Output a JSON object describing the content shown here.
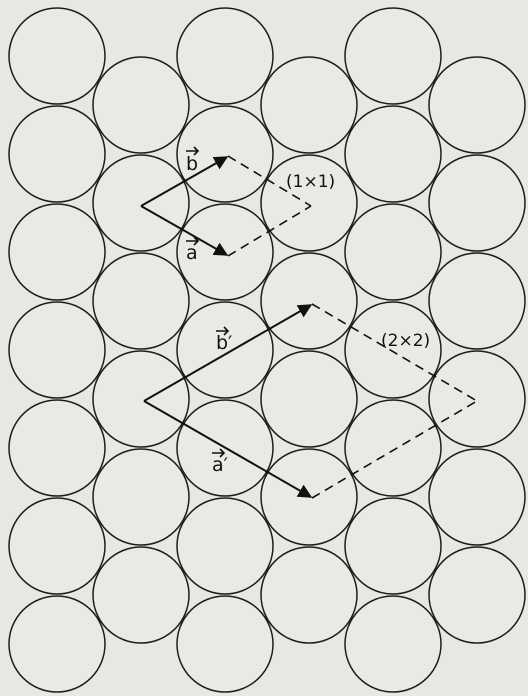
{
  "labels": {
    "cell_1x1": "(1×1)",
    "cell_2x2": "(2×2)",
    "vec_a": "a",
    "vec_b": "b",
    "vec_a_prime": "a′",
    "vec_b_prime": "b′"
  },
  "colors": {
    "background": "#e7e7e3",
    "line": "#111111"
  },
  "lattice": {
    "columns": 6,
    "rows_even_columns": 7,
    "rows_odd_columns": 6
  }
}
